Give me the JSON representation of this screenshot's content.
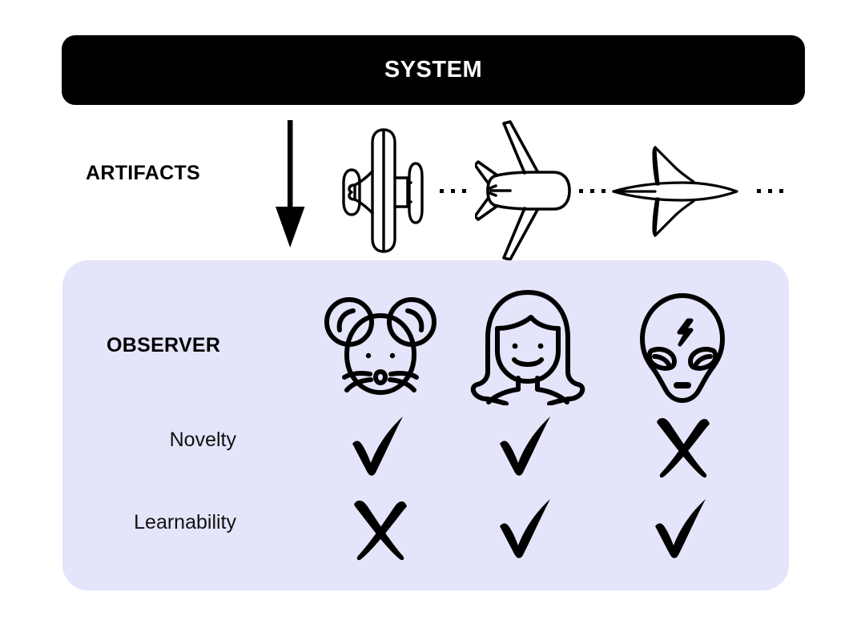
{
  "diagram": {
    "title": "SYSTEM",
    "system": {
      "label": "SYSTEM"
    },
    "artifacts": {
      "label": "ARTIFACTS",
      "arrow_icon": "down-arrow-icon",
      "items": [
        {
          "icon": "propeller-plane-icon",
          "name": "propeller-plane"
        },
        {
          "icon": "jet-airliner-icon",
          "name": "jet-airliner"
        },
        {
          "icon": "supersonic-delta-jet-icon",
          "name": "supersonic-delta-jet"
        }
      ],
      "ellipsis": "..."
    },
    "observer": {
      "label": "OBSERVER",
      "columns": [
        {
          "icon": "mouse-face-icon",
          "name": "mouse-observer"
        },
        {
          "icon": "woman-face-icon",
          "name": "human-observer"
        },
        {
          "icon": "alien-face-icon",
          "name": "alien-observer"
        }
      ],
      "rows": [
        {
          "label": "Novelty",
          "values": [
            "check",
            "check",
            "cross"
          ]
        },
        {
          "label": "Learnability",
          "values": [
            "cross",
            "check",
            "check"
          ]
        }
      ]
    },
    "colors": {
      "banner_background": "#000000",
      "banner_text": "#ffffff",
      "panel_background": "#E4E4FA",
      "ink": "#000000",
      "page_background": "#ffffff"
    }
  }
}
